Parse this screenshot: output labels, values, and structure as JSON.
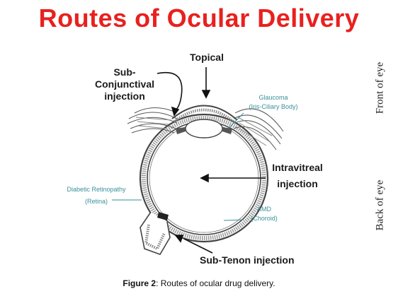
{
  "title": "Routes of Ocular Delivery",
  "labels": {
    "topical": "Topical",
    "sub_conjunctival": [
      "Sub-",
      "Conjunctival",
      "injection"
    ],
    "glaucoma": [
      "Glaucoma",
      "(Iris-Ciliary Body)"
    ],
    "intravitreal": [
      "Intravitreal",
      "injection"
    ],
    "diabetic_retinopathy": [
      "Diabetic Retinopathy",
      "(Retina)"
    ],
    "amd": [
      "AMD",
      "(Choroid)"
    ],
    "sub_tenon": "Sub-Tenon injection"
  },
  "side_labels": {
    "front": "Front of eye",
    "back": "Back of eye"
  },
  "caption": {
    "prefix": "Figure 2",
    "text": ": Routes of ocular drug delivery."
  },
  "colors": {
    "title": "#e8211f",
    "small_label": "#3a8f9a",
    "eye_stroke": "#333333",
    "eye_fill": "#bfbfbf"
  }
}
